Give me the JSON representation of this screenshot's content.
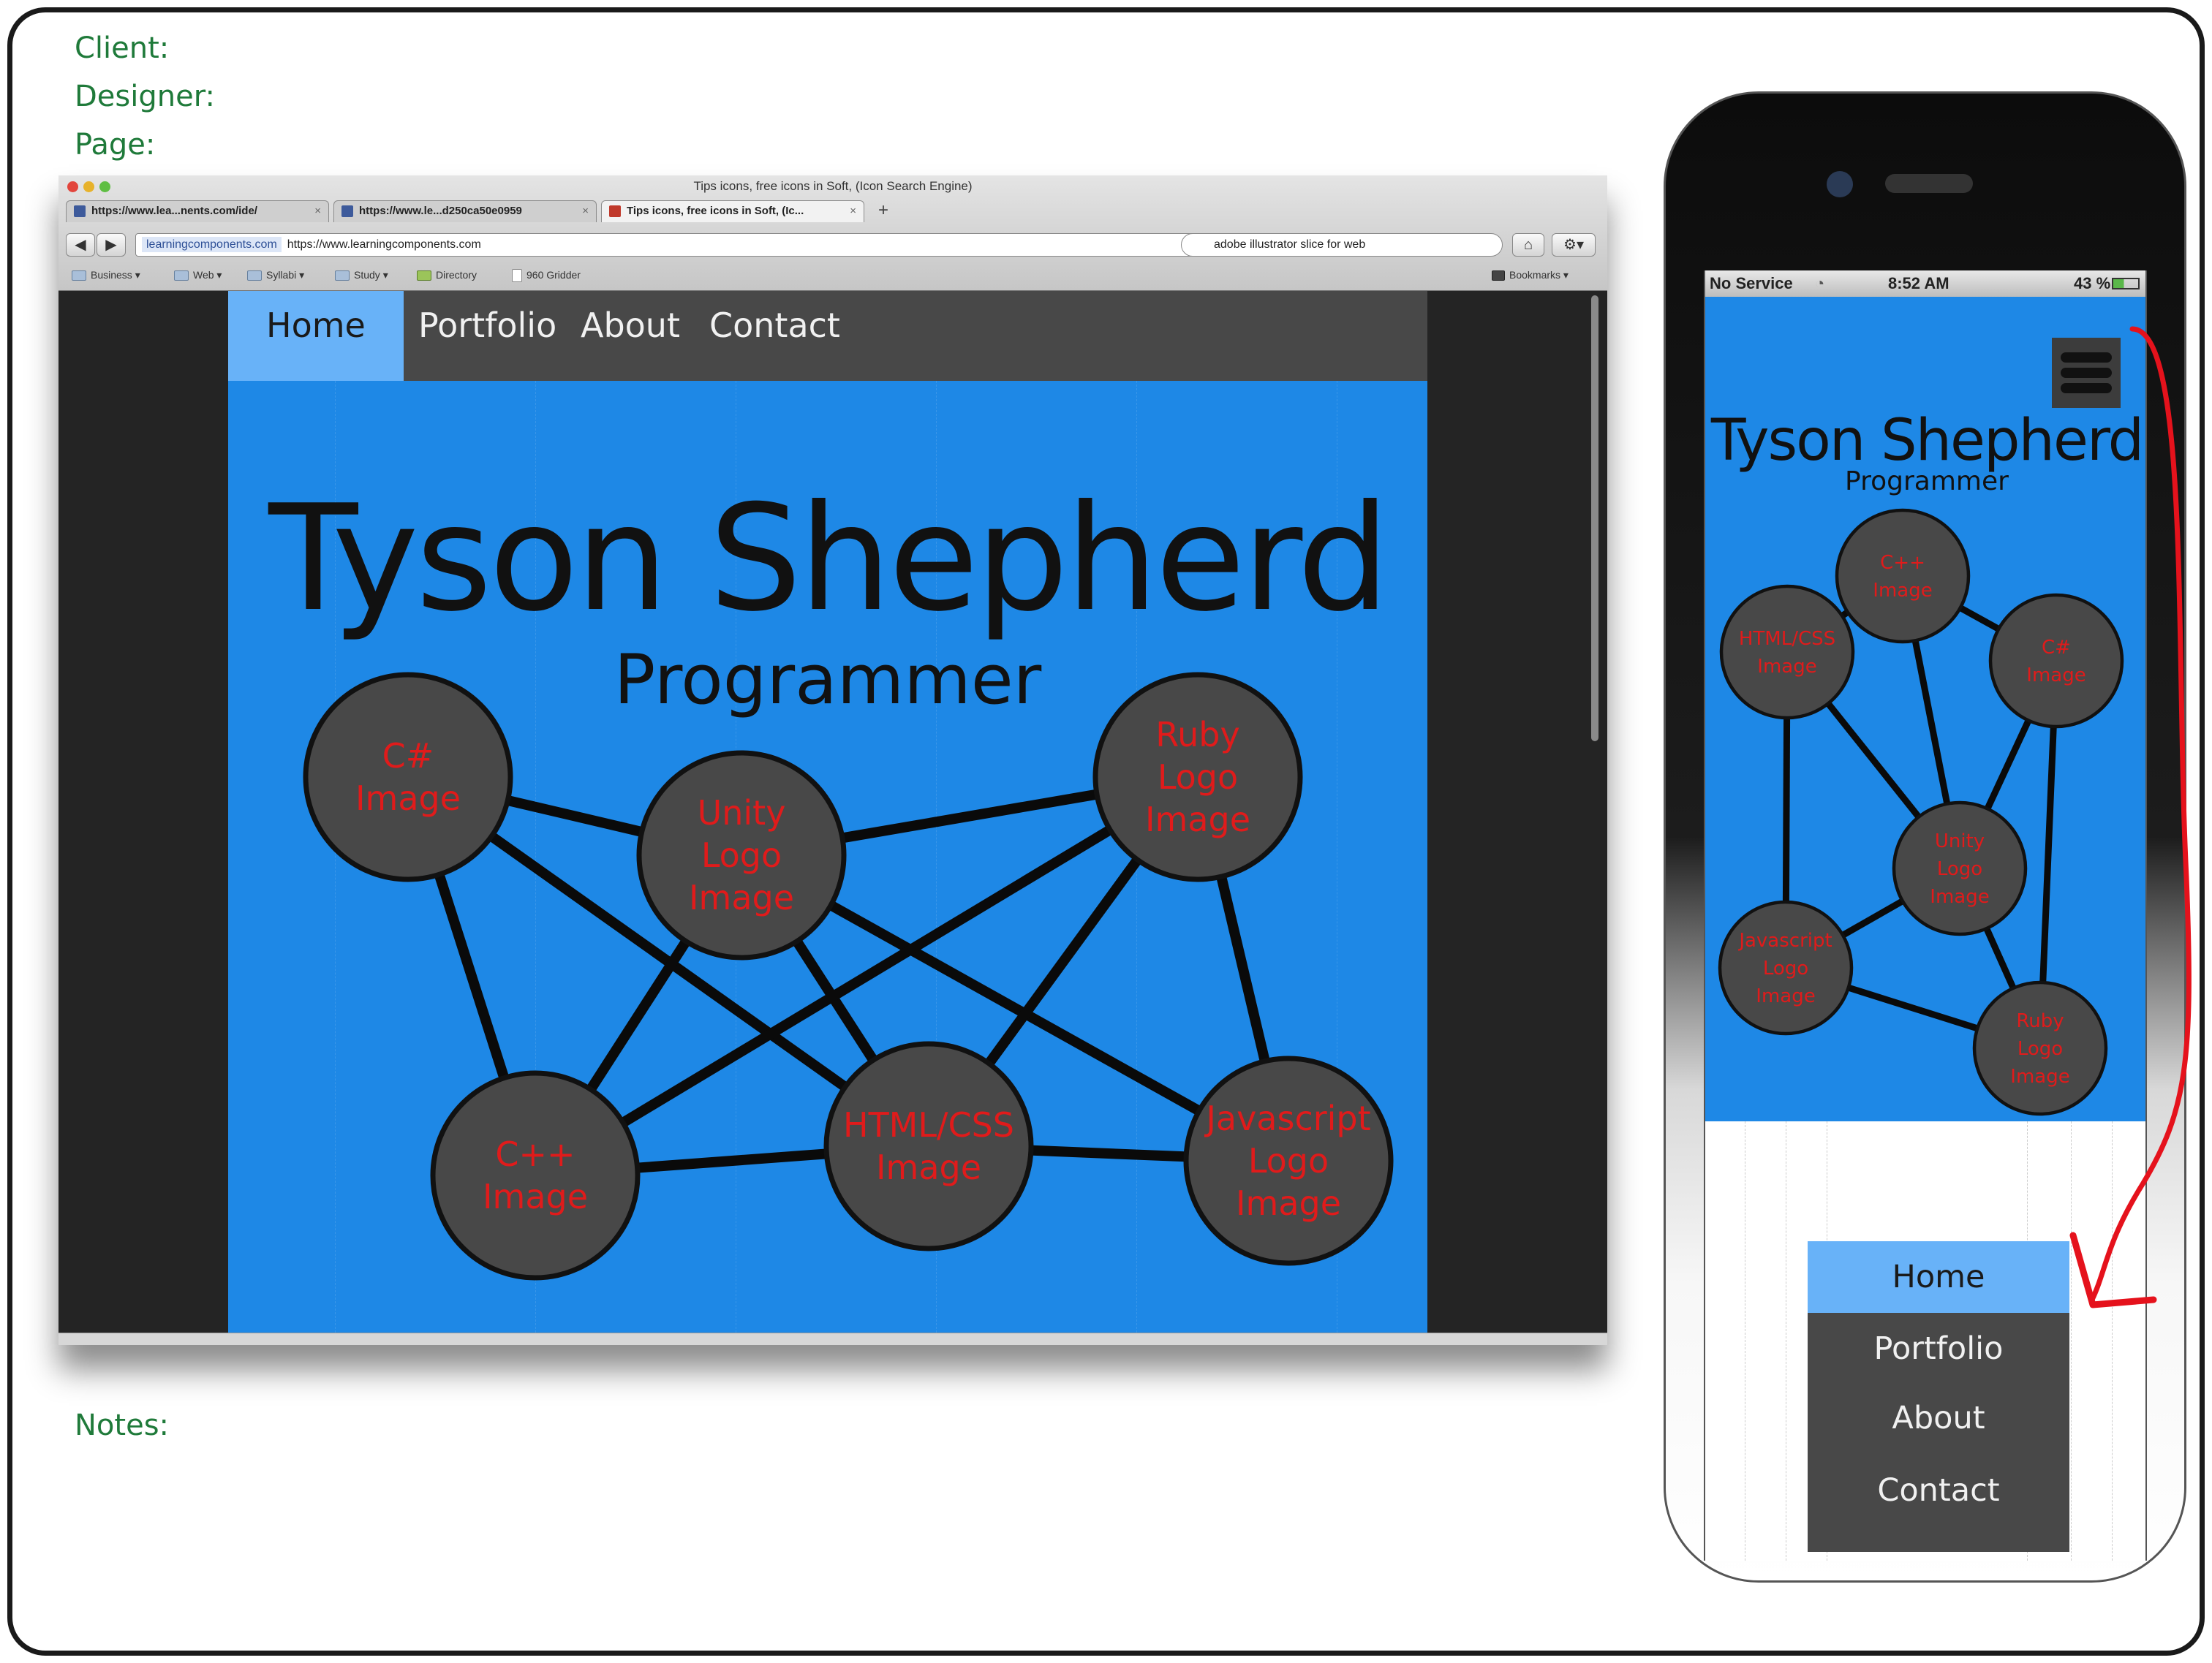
{
  "form": {
    "client_label": "Client:",
    "designer_label": "Designer:",
    "page_label": "Page:",
    "notes_label": "Notes:"
  },
  "browser": {
    "window_title": "Tips icons, free icons in Soft, (Icon Search Engine)",
    "tabs": [
      {
        "label": "https://www.lea...nents.com/ide/",
        "close": "×"
      },
      {
        "label": "https://www.le...d250ca50e0959",
        "close": "×"
      },
      {
        "label": "Tips icons, free icons in Soft, (Ic...",
        "close": "×"
      }
    ],
    "new_tab": "+",
    "url_host": "learningcomponents.com",
    "url": "https://www.learningcomponents.com",
    "search_text": "adobe illustrator slice for web",
    "bookmarks": [
      "Business ▾",
      "Web ▾",
      "Syllabi ▾",
      "Study ▾",
      "Directory",
      "960 Gridder"
    ],
    "bookmarks_menu": "Bookmarks ▾"
  },
  "desktop_site": {
    "nav": [
      "Home",
      "Portfolio",
      "About",
      "Contact"
    ],
    "active_nav": "Home",
    "name": "Tyson Shepherd",
    "role": "Programmer",
    "skills": [
      [
        "C#",
        "Image"
      ],
      [
        "Unity",
        "Logo",
        "Image"
      ],
      [
        "Ruby",
        "Logo",
        "Image"
      ],
      [
        "C++",
        "Image"
      ],
      [
        "HTML/CSS",
        "Image"
      ],
      [
        "Javascript",
        "Logo",
        "Image"
      ]
    ]
  },
  "phone": {
    "carrier": "No Service",
    "time": "8:52 AM",
    "battery": "43 %",
    "name": "Tyson Shepherd",
    "role": "Programmer",
    "skills": [
      [
        "C++",
        "Image"
      ],
      [
        "HTML/CSS",
        "Image"
      ],
      [
        "C#",
        "Image"
      ],
      [
        "Unity",
        "Logo",
        "Image"
      ],
      [
        "Javascript",
        "Logo",
        "Image"
      ],
      [
        "Ruby",
        "Logo",
        "Image"
      ]
    ],
    "menu": [
      "Home",
      "Portfolio",
      "About",
      "Contact"
    ],
    "menu_active": "Home"
  },
  "colors": {
    "site_blue": "#1e88e6",
    "nav_gray": "#484848",
    "nav_active": "#68b2f8",
    "bubble": "#484848",
    "bubble_text": "#e01b1b",
    "label_green": "#1f7a3a",
    "annotation_red": "#e5121c"
  }
}
